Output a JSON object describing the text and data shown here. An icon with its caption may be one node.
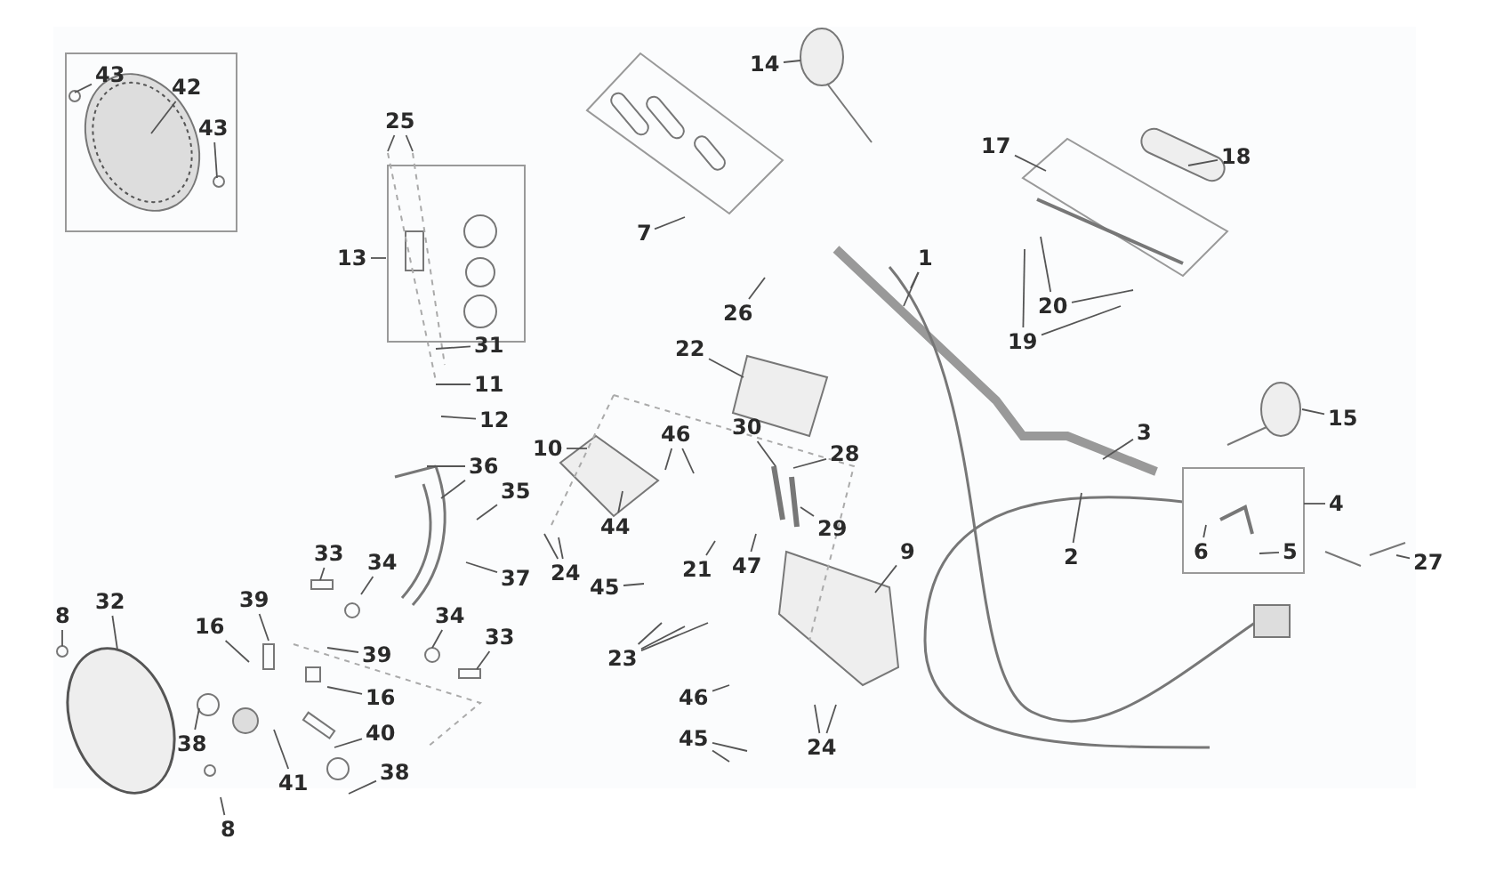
{
  "diagram": {
    "nodes": [
      {
        "text": [
          "43"
        ]
      },
      {
        "text": [
          "42"
        ]
      },
      {
        "text": [
          "43"
        ]
      },
      {
        "text": [
          "14"
        ]
      },
      {
        "text": [
          "25"
        ]
      },
      {
        "text": [
          "18"
        ]
      },
      {
        "text": [
          "17"
        ]
      },
      {
        "text": [
          "7"
        ]
      },
      {
        "text": [
          "1"
        ]
      },
      {
        "text": [
          "13"
        ]
      },
      {
        "text": [
          "20"
        ]
      },
      {
        "text": [
          "26"
        ]
      },
      {
        "text": [
          "19"
        ]
      },
      {
        "text": [
          "22"
        ]
      },
      {
        "text": [
          "31"
        ]
      },
      {
        "text": [
          "11"
        ]
      },
      {
        "text": [
          "12"
        ]
      },
      {
        "text": [
          "3"
        ]
      },
      {
        "text": [
          "15"
        ]
      },
      {
        "text": [
          "46"
        ]
      },
      {
        "text": [
          "30"
        ]
      },
      {
        "text": [
          "10"
        ]
      },
      {
        "text": [
          "28"
        ]
      },
      {
        "text": [
          "36"
        ]
      },
      {
        "text": [
          "35"
        ]
      },
      {
        "text": [
          "4"
        ]
      },
      {
        "text": [
          "29"
        ]
      },
      {
        "text": [
          "33"
        ]
      },
      {
        "text": [
          "34"
        ]
      },
      {
        "text": [
          "37"
        ]
      },
      {
        "text": [
          "44"
        ]
      },
      {
        "text": [
          "9"
        ]
      },
      {
        "text": [
          "2"
        ]
      },
      {
        "text": [
          "6"
        ]
      },
      {
        "text": [
          "5"
        ]
      },
      {
        "text": [
          "27"
        ]
      },
      {
        "text": [
          "24"
        ]
      },
      {
        "text": [
          "45"
        ]
      },
      {
        "text": [
          "21"
        ]
      },
      {
        "text": [
          "32"
        ]
      },
      {
        "text": [
          "39"
        ]
      },
      {
        "text": [
          "8"
        ]
      },
      {
        "text": [
          "34"
        ]
      },
      {
        "text": [
          "16"
        ]
      },
      {
        "text": [
          "47"
        ]
      },
      {
        "text": [
          "23"
        ]
      },
      {
        "text": [
          "33"
        ]
      },
      {
        "text": [
          "46"
        ]
      },
      {
        "text": [
          "39"
        ]
      },
      {
        "text": [
          "16"
        ]
      },
      {
        "text": [
          "45"
        ]
      },
      {
        "text": [
          "24"
        ]
      },
      {
        "text": [
          "40"
        ]
      },
      {
        "text": [
          "38"
        ]
      },
      {
        "text": [
          "38"
        ]
      },
      {
        "text": [
          "41"
        ]
      },
      {
        "text": [
          "8"
        ]
      }
    ],
    "edges": [
      {
        "from": 0,
        "to": null,
        "arrow": "none"
      },
      {
        "from": 1,
        "to": null,
        "arrow": "none"
      },
      {
        "from": 2,
        "to": null,
        "arrow": "none"
      },
      {
        "from": 3,
        "to": null,
        "arrow": "none"
      },
      {
        "from": 4,
        "to": null,
        "arrow": "none"
      },
      {
        "from": 4,
        "to": null,
        "arrow": "none"
      },
      {
        "from": 5,
        "to": null,
        "arrow": "none"
      },
      {
        "from": 6,
        "to": null,
        "arrow": "none"
      },
      {
        "from": 7,
        "to": null,
        "arrow": "none"
      },
      {
        "from": 8,
        "to": null,
        "arrow": "none"
      },
      {
        "from": 8,
        "to": null,
        "arrow": "none"
      },
      {
        "from": 9,
        "to": null,
        "arrow": "none"
      },
      {
        "from": 10,
        "to": null,
        "arrow": "none"
      },
      {
        "from": 10,
        "to": null,
        "arrow": "none"
      },
      {
        "from": 11,
        "to": null,
        "arrow": "none"
      },
      {
        "from": 12,
        "to": null,
        "arrow": "none"
      },
      {
        "from": 12,
        "to": null,
        "arrow": "none"
      },
      {
        "from": 13,
        "to": null,
        "arrow": "none"
      },
      {
        "from": 14,
        "to": null,
        "arrow": "none"
      },
      {
        "from": 15,
        "to": null,
        "arrow": "none"
      },
      {
        "from": 16,
        "to": null,
        "arrow": "none"
      },
      {
        "from": 17,
        "to": null,
        "arrow": "none"
      },
      {
        "from": 18,
        "to": null,
        "arrow": "none"
      },
      {
        "from": 19,
        "to": null,
        "arrow": "none"
      },
      {
        "from": 19,
        "to": null,
        "arrow": "none"
      },
      {
        "from": 20,
        "to": null,
        "arrow": "none"
      },
      {
        "from": 21,
        "to": null,
        "arrow": "none"
      },
      {
        "from": 22,
        "to": null,
        "arrow": "none"
      },
      {
        "from": 23,
        "to": null,
        "arrow": "none"
      },
      {
        "from": 23,
        "to": null,
        "arrow": "none"
      },
      {
        "from": 24,
        "to": null,
        "arrow": "none"
      },
      {
        "from": 25,
        "to": null,
        "arrow": "none"
      },
      {
        "from": 26,
        "to": null,
        "arrow": "none"
      },
      {
        "from": 27,
        "to": null,
        "arrow": "none"
      },
      {
        "from": 28,
        "to": null,
        "arrow": "none"
      },
      {
        "from": 29,
        "to": null,
        "arrow": "none"
      },
      {
        "from": 30,
        "to": null,
        "arrow": "none"
      },
      {
        "from": 31,
        "to": null,
        "arrow": "none"
      },
      {
        "from": 32,
        "to": null,
        "arrow": "none"
      },
      {
        "from": 33,
        "to": null,
        "arrow": "none"
      },
      {
        "from": 34,
        "to": null,
        "arrow": "none"
      },
      {
        "from": 35,
        "to": null,
        "arrow": "none"
      },
      {
        "from": 36,
        "to": null,
        "arrow": "none"
      },
      {
        "from": 36,
        "to": null,
        "arrow": "none"
      },
      {
        "from": 37,
        "to": null,
        "arrow": "none"
      },
      {
        "from": 38,
        "to": null,
        "arrow": "none"
      },
      {
        "from": 39,
        "to": null,
        "arrow": "none"
      },
      {
        "from": 40,
        "to": null,
        "arrow": "none"
      },
      {
        "from": 41,
        "to": null,
        "arrow": "none"
      },
      {
        "from": 42,
        "to": null,
        "arrow": "none"
      },
      {
        "from": 43,
        "to": null,
        "arrow": "none"
      },
      {
        "from": 44,
        "to": null,
        "arrow": "none"
      },
      {
        "from": 45,
        "to": null,
        "arrow": "none"
      },
      {
        "from": 45,
        "to": null,
        "arrow": "none"
      },
      {
        "from": 45,
        "to": null,
        "arrow": "none"
      },
      {
        "from": 46,
        "to": null,
        "arrow": "none"
      },
      {
        "from": 47,
        "to": null,
        "arrow": "none"
      },
      {
        "from": 48,
        "to": null,
        "arrow": "none"
      },
      {
        "from": 49,
        "to": null,
        "arrow": "none"
      },
      {
        "from": 50,
        "to": null,
        "arrow": "none"
      },
      {
        "from": 50,
        "to": null,
        "arrow": "none"
      },
      {
        "from": 51,
        "to": null,
        "arrow": "none"
      },
      {
        "from": 51,
        "to": null,
        "arrow": "none"
      },
      {
        "from": 52,
        "to": null,
        "arrow": "none"
      },
      {
        "from": 53,
        "to": null,
        "arrow": "none"
      },
      {
        "from": 54,
        "to": null,
        "arrow": "none"
      },
      {
        "from": 55,
        "to": null,
        "arrow": "none"
      },
      {
        "from": 56,
        "to": null,
        "arrow": "none"
      }
    ]
  }
}
